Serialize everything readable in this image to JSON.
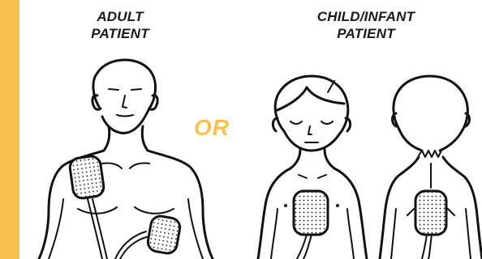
{
  "labels": {
    "adult_line1": "ADULT",
    "adult_line2": "PATIENT",
    "child_line1": "CHILD/INFANT",
    "child_line2": "PATIENT",
    "or": "OR"
  },
  "colors": {
    "accent": "#fbbf4f",
    "ink": "#111111",
    "background": "#ffffff"
  }
}
